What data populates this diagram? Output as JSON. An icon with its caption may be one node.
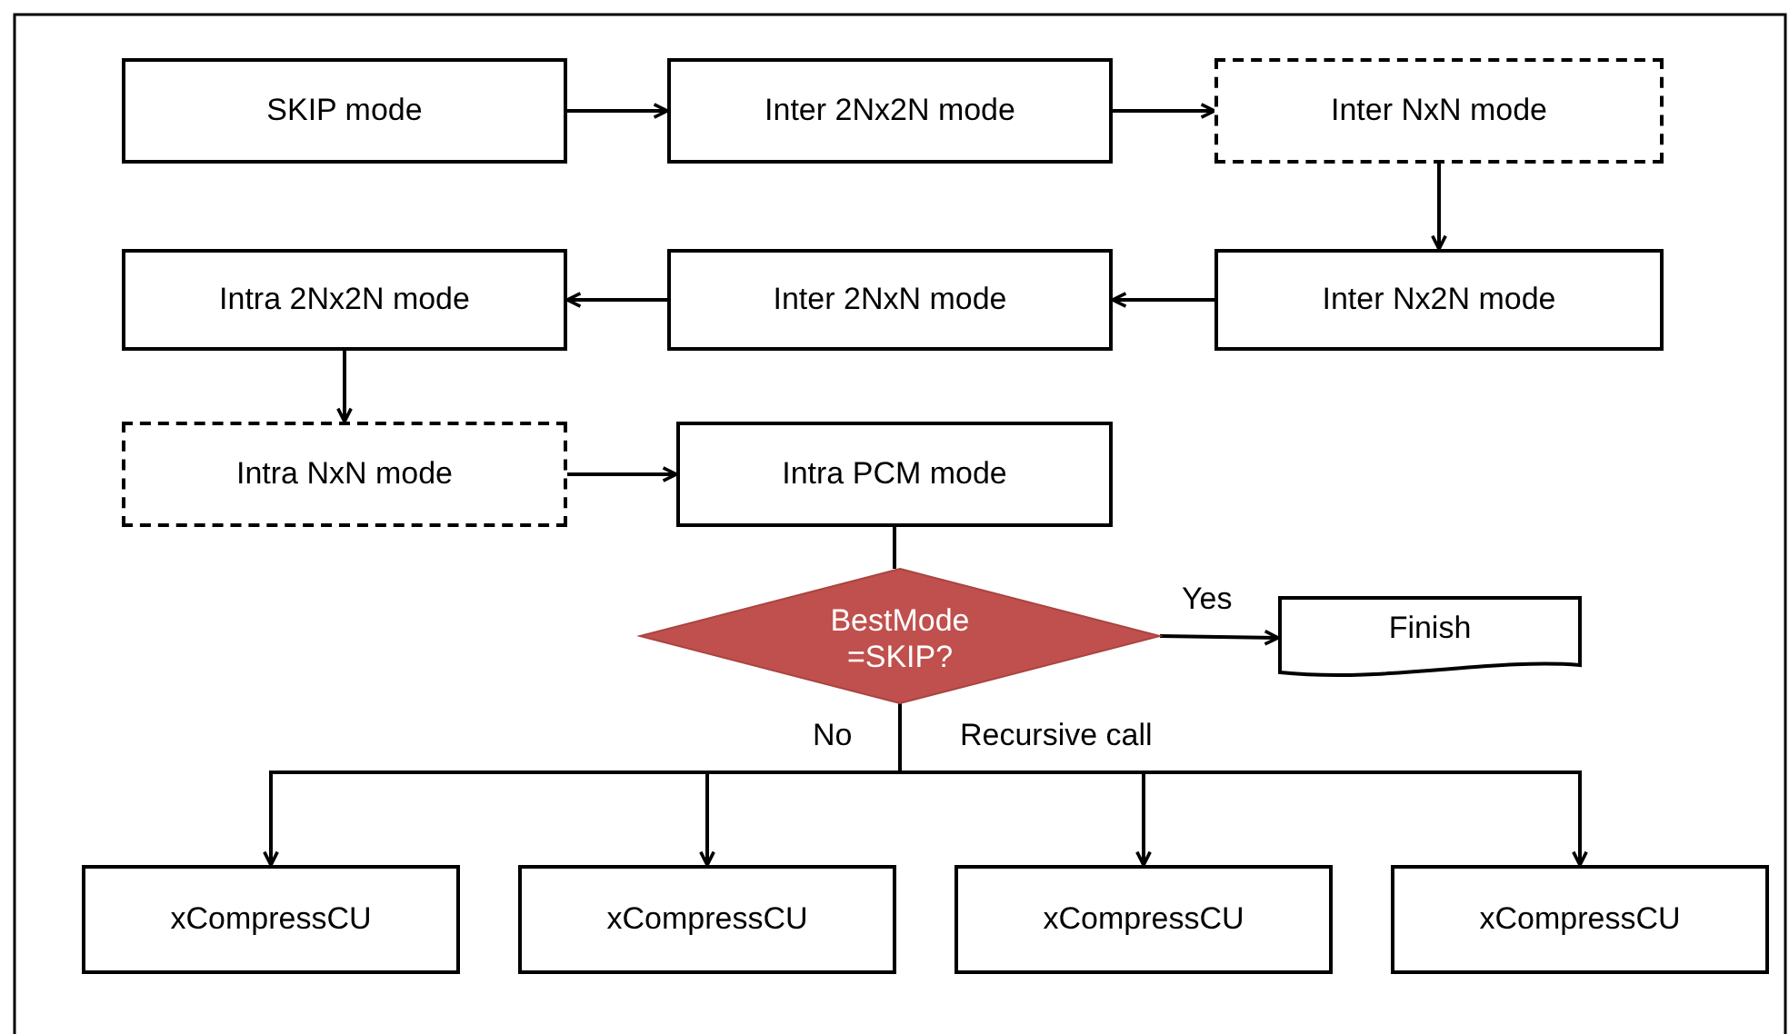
{
  "diagram": {
    "nodes": [
      {
        "text": [
          "SKIP mode"
        ]
      },
      {
        "text": [
          "Inter 2Nx2N mode"
        ]
      },
      {
        "text": [
          "Inter NxN mode"
        ]
      },
      {
        "text": [
          "Inter Nx2N mode"
        ]
      },
      {
        "text": [
          "Inter 2NxN mode"
        ]
      },
      {
        "text": [
          "Intra 2Nx2N mode"
        ]
      },
      {
        "text": [
          "Intra NxN mode"
        ]
      },
      {
        "text": [
          "Intra PCM mode"
        ]
      },
      {
        "text": [
          "BestMode =SKIP?"
        ]
      },
      {
        "text": [
          "Finish"
        ]
      },
      {
        "text": [
          "xCompressCU"
        ]
      },
      {
        "text": [
          "xCompressCU"
        ]
      },
      {
        "text": [
          "xCompressCU"
        ]
      },
      {
        "text": [
          "xCompressCU"
        ]
      }
    ],
    "edges": [
      {
        "from": 0,
        "to": 1,
        "arrow": "to"
      },
      {
        "from": 1,
        "to": 2,
        "arrow": "to"
      },
      {
        "from": 2,
        "to": 3,
        "arrow": "to"
      },
      {
        "from": 3,
        "to": 4,
        "arrow": "to"
      },
      {
        "from": 4,
        "to": 5,
        "arrow": "to"
      },
      {
        "from": 5,
        "to": 6,
        "arrow": "to"
      },
      {
        "from": 6,
        "to": 7,
        "arrow": "to"
      },
      {
        "from": 7,
        "to": 8,
        "arrow": "none"
      },
      {
        "from": 8,
        "to": 9,
        "arrow": "to",
        "label": "Yes"
      },
      {
        "from": 8,
        "to": 10,
        "arrow": "to"
      },
      {
        "from": 8,
        "to": 11,
        "arrow": "to"
      },
      {
        "from": 8,
        "to": 12,
        "arrow": "to"
      },
      {
        "from": 8,
        "to": 13,
        "arrow": "to"
      }
    ],
    "labels": [
      "No",
      "Recursive call"
    ]
  }
}
